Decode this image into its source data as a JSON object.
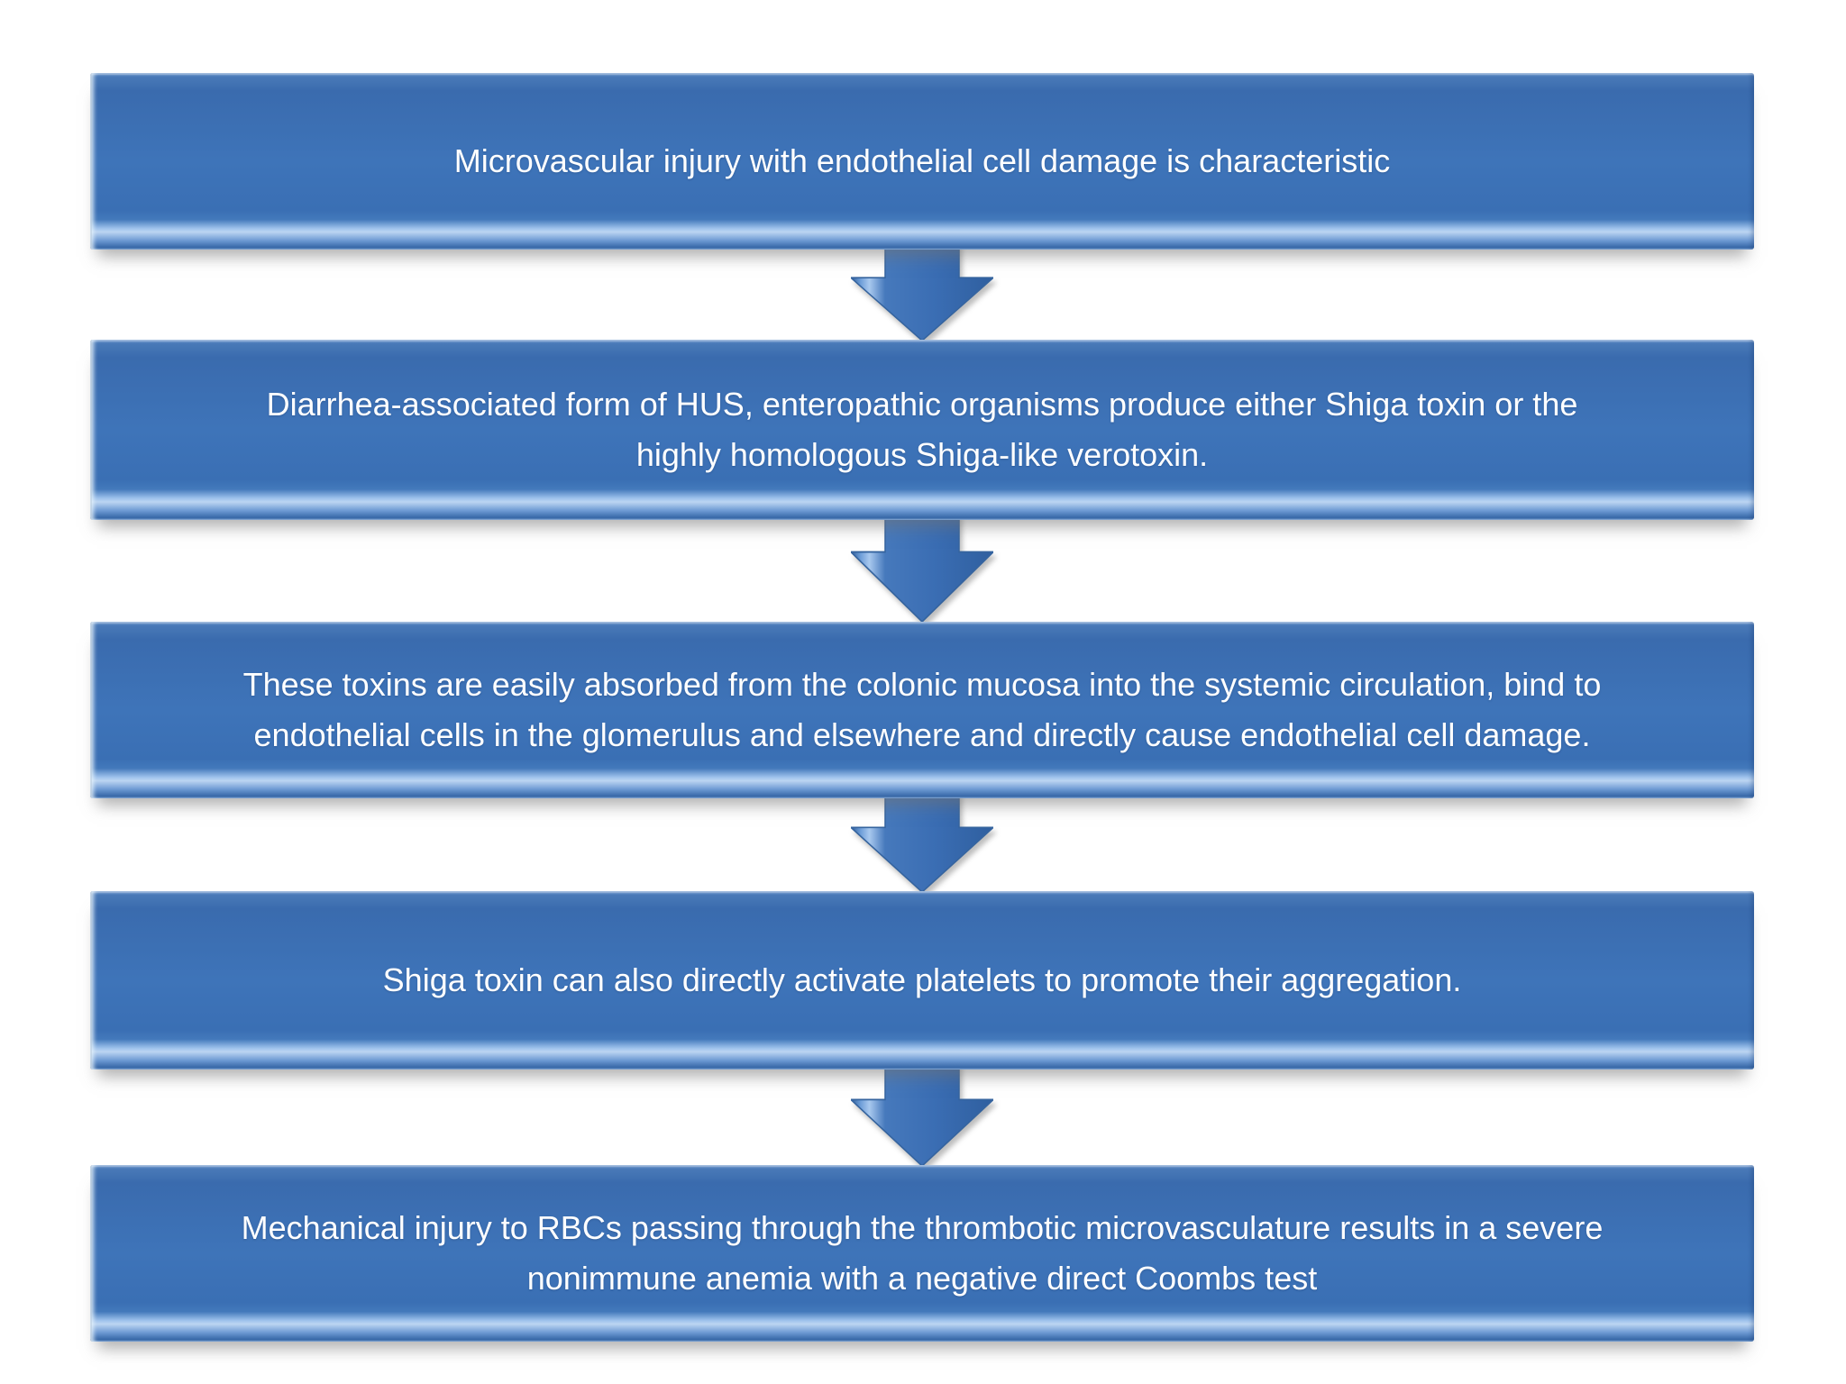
{
  "diagram": {
    "type": "vertical-process-flowchart",
    "steps": [
      {
        "text": "Microvascular injury with endothelial cell damage is characteristic"
      },
      {
        "text": "Diarrhea-associated form of HUS, enteropathic organisms produce either Shiga toxin or the\nhighly homologous Shiga-like verotoxin."
      },
      {
        "text": "These toxins are easily absorbed from the colonic mucosa into the systemic circulation, bind to\nendothelial cells in the glomerulus and elsewhere and directly cause endothelial cell damage."
      },
      {
        "text": "Shiga toxin can also directly activate platelets to promote their aggregation."
      },
      {
        "text": "Mechanical injury to RBCs passing through the thrombotic microvasculature results in a severe\nnonimmune anemia with a negative direct Coombs test"
      }
    ],
    "connector_icon": "down-arrow",
    "colors": {
      "background": "#ffffff",
      "box_fill": "#3e74b9",
      "box_fill_dark": "#3a6bae",
      "box_bevel_light": "#a8c9ee",
      "box_bevel_edge": "#6b98d2",
      "arrow_fill": "#3b6db3",
      "arrow_highlight": "#a8c8ee",
      "arrow_edge": "#2f5f9f",
      "text": "#ffffff"
    }
  }
}
